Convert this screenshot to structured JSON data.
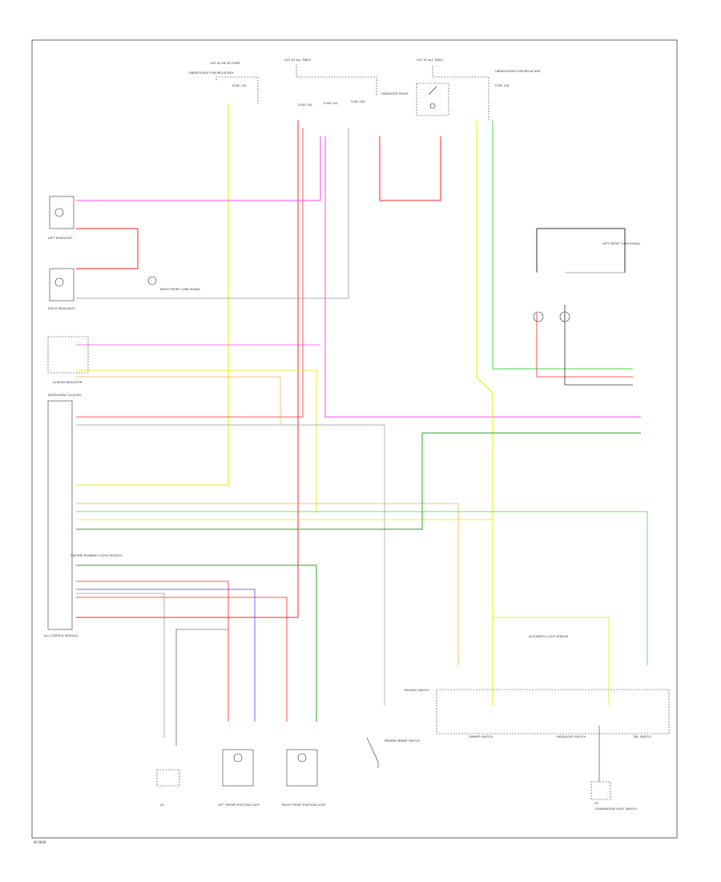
{
  "diagram": {
    "colors": {
      "border": "#666666",
      "black": "#333333",
      "gray": "#999999",
      "pink": "#ff44ff",
      "red": "#ff2222",
      "yellow": "#e8e800",
      "orange": "#f0b040",
      "green": "#44d844",
      "darkgreen": "#22aa22",
      "blue": "#4444ff"
    },
    "labels": {
      "hot_fuse_box_left": "HOT IN ON OR START",
      "hot_fuse_box_mid": "HOT AT ALL TIMES",
      "hot_fuse_box_right": "HOT AT ALL TIMES",
      "under_dash_box": "UNDER-DASH FUSE/RELAY BOX",
      "underhood_box": "UNDER-HOOD FUSE/RELAY BOX",
      "fuse_a": "FUSE 15A",
      "fuse_b": "FUSE 10A",
      "fuse_c": "FUSE 10A",
      "fuse_d": "FUSE 20A",
      "fuse_e": "FUSE 15A",
      "headlight_relay": "HEADLIGHT RELAY",
      "left_headlight": "LEFT HEADLIGHT",
      "right_headlight": "RIGHT HEADLIGHT",
      "hi_beam_indicator": "HI BEAM INDICATOR",
      "instrument_cluster": "INSTRUMENT CLUSTER",
      "dimmer_module": "DAYTIME RUNNING LIGHTS MODULE",
      "all_control": "ALL CONTROL MODULE",
      "left_front_lights": "LEFT FRONT POSITION LIGHT",
      "right_front_lights": "RIGHT FRONT POSITION LIGHT",
      "headlight_switch": "HEADLIGHT SWITCH",
      "dimmer_switch": "DIMMER SWITCH",
      "passing_switch": "PASSING SWITCH",
      "light_sensor": "AUTOMATIC LIGHT SENSOR",
      "tail_switch": "TAIL SWITCH",
      "combination_switch": "COMBINATION LIGHT SWITCH",
      "ground_left": "G1",
      "ground_right": "G2",
      "parking_brake": "PARKING BRAKE SWITCH",
      "right_front_turn": "RIGHT FRONT TURN SIGNAL",
      "left_front_turn": "LEFT FRONT TURN SIGNAL",
      "footer": "W 0000"
    }
  }
}
